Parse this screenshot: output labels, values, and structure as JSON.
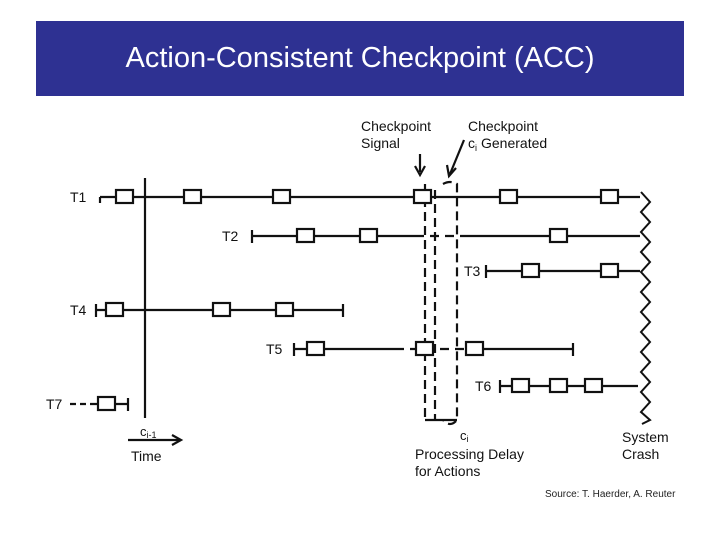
{
  "slide": {
    "title": "Action-Consistent Checkpoint (ACC)",
    "source": "Source: T. Haerder, A. Reuter"
  },
  "diagram": {
    "annotations": {
      "checkpoint_signal_line1": "Checkpoint",
      "checkpoint_signal_line2": "Signal",
      "checkpoint_generated_line1": "Checkpoint",
      "checkpoint_generated_line2": "c",
      "checkpoint_generated_sub": "i",
      "checkpoint_generated_rest": "Generated",
      "prev_checkpoint": "c",
      "prev_checkpoint_sub": "i-1",
      "time": "Time",
      "ci": "c",
      "ci_sub": "i",
      "processing_delay_line1": "Processing Delay",
      "processing_delay_line2": "for Actions",
      "system_crash_line1": "System",
      "system_crash_line2": "Crash"
    },
    "transactions": [
      {
        "label": "T1"
      },
      {
        "label": "T2"
      },
      {
        "label": "T3"
      },
      {
        "label": "T4"
      },
      {
        "label": "T5"
      },
      {
        "label": "T6"
      },
      {
        "label": "T7"
      }
    ]
  }
}
